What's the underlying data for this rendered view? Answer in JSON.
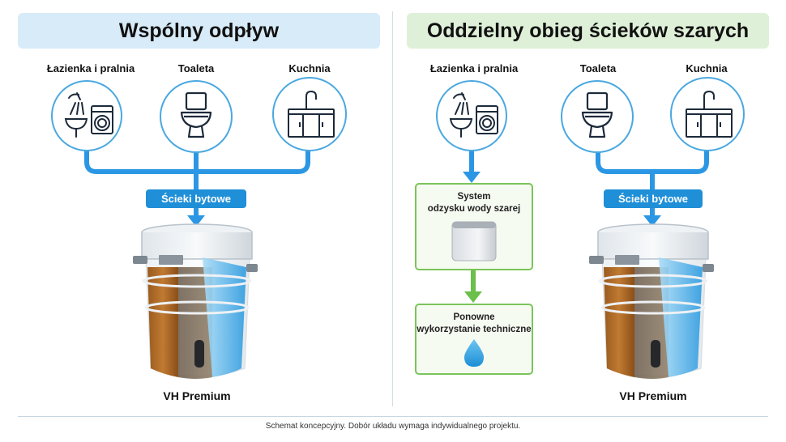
{
  "left_panel": {
    "title": "Wspólny odpływ",
    "sources": [
      "Łazienka i pralnia",
      "Toaleta",
      "Kuchnia"
    ],
    "merge_label": "Ścieki bytowe",
    "tank_label": "VH Premium"
  },
  "right_panel": {
    "title": "Oddzielny obieg ścieków szarych",
    "sources": [
      "Łazienka i pralnia",
      "Toaleta",
      "Kuchnia"
    ],
    "greywater_system_line1": "System",
    "greywater_system_line2": "odzysku wody szarej",
    "reuse_line1": "Ponowne",
    "reuse_line2": "wykorzystanie techniczne",
    "merge_label": "Ścieki bytowe",
    "tank_label": "VH Premium"
  },
  "footer": "Schemat koncepcyjny. Dobór układu wymaga indywidualnego projektu.",
  "icons": [
    "shower-sink-washer-icon",
    "toilet-icon",
    "kitchen-icon",
    "water-drop-icon",
    "greywater-unit-icon",
    "septic-tank-icon"
  ],
  "colors": {
    "pipe_blue": "#2b97e4",
    "circle_blue": "#4aa8e0",
    "green": "#7bc45a",
    "title_blue_bg": "#d7ebf8",
    "title_green_bg": "#dff0d8"
  }
}
